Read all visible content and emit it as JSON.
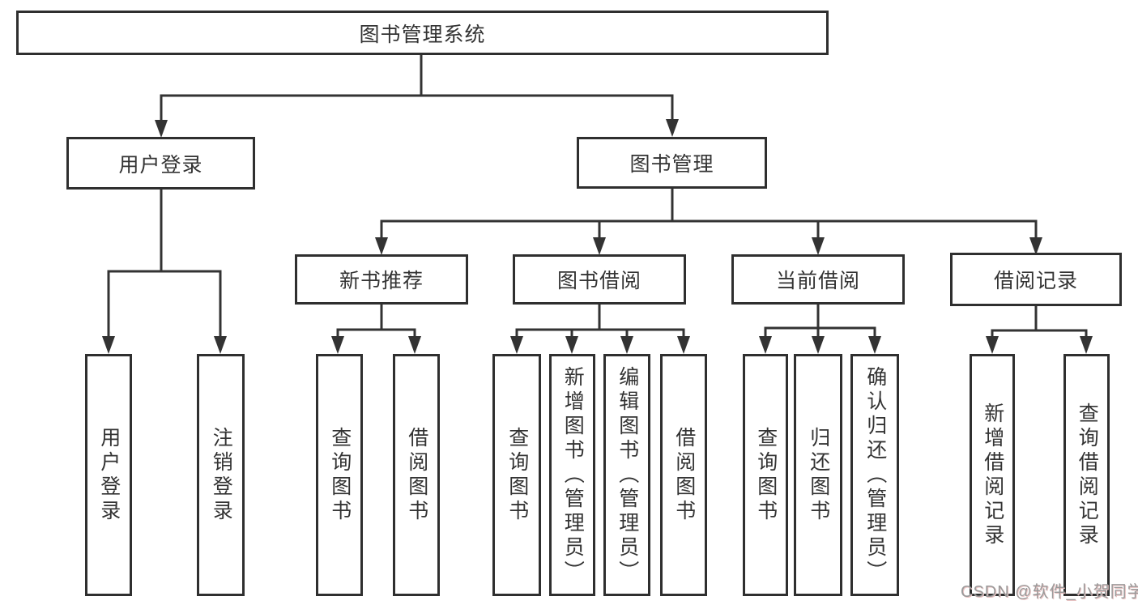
{
  "colors": {
    "line": "#333333",
    "box_border": "#2f2f2f",
    "text": "#333333",
    "background": "#ffffff",
    "watermark": "#9a9a9a"
  },
  "tree": {
    "root": {
      "label": "图书管理系统",
      "children": [
        {
          "label": "用户登录",
          "children": [
            {
              "label": "用户登录"
            },
            {
              "label": "注销登录"
            }
          ]
        },
        {
          "label": "图书管理",
          "children": [
            {
              "label": "新书推荐",
              "children": [
                {
                  "label": "查询图书"
                },
                {
                  "label": "借阅图书"
                }
              ]
            },
            {
              "label": "图书借阅",
              "children": [
                {
                  "label": "查询图书"
                },
                {
                  "label": "新增图书（管理员）"
                },
                {
                  "label": "编辑图书（管理员）"
                },
                {
                  "label": "借阅图书"
                }
              ]
            },
            {
              "label": "当前借阅",
              "children": [
                {
                  "label": "查询图书"
                },
                {
                  "label": "归还图书"
                },
                {
                  "label": "确认归还（管理员）"
                }
              ]
            },
            {
              "label": "借阅记录",
              "children": [
                {
                  "label": "新增借阅记录"
                },
                {
                  "label": "查询借阅记录"
                }
              ]
            }
          ]
        }
      ]
    }
  },
  "watermark": {
    "text": "CSDN @软件_小贺同学"
  }
}
